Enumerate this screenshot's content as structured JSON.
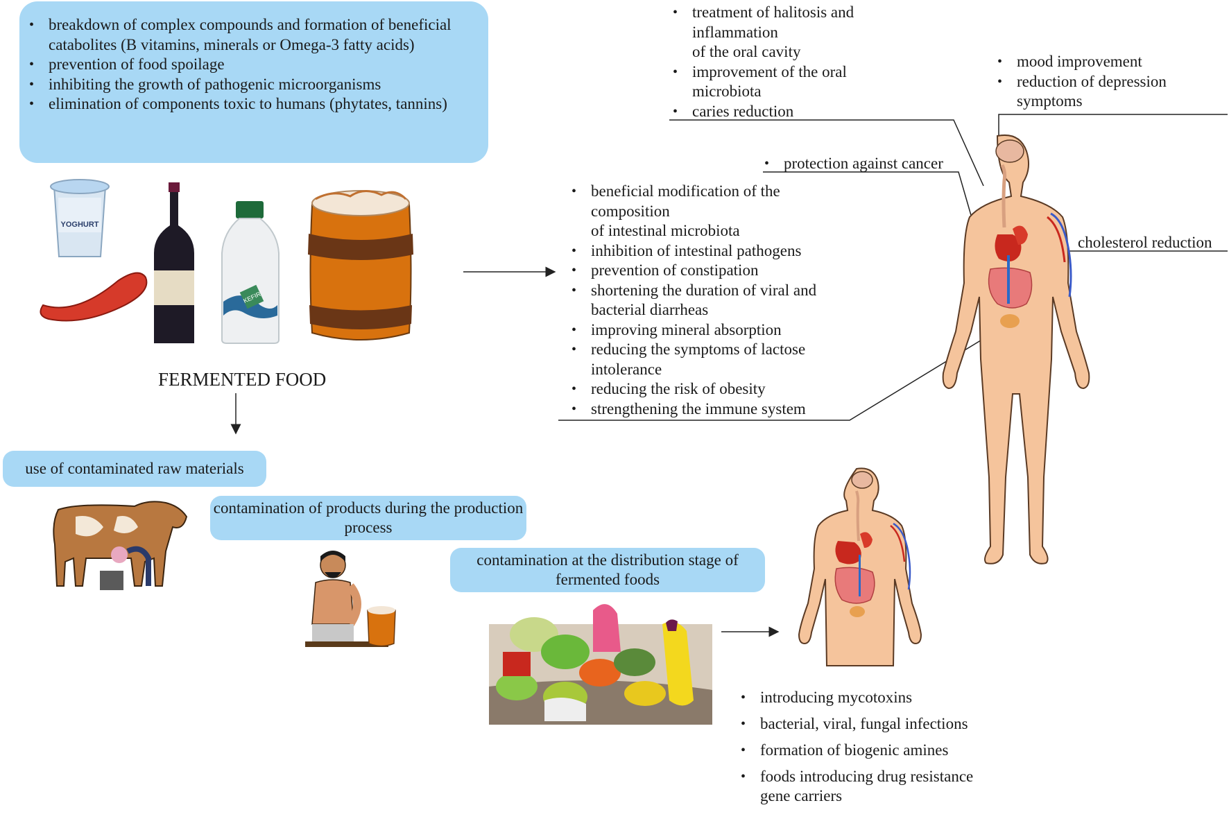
{
  "top_box": {
    "items": [
      "breakdown of complex compounds and formation of beneficial catabolites (B vitamins, minerals or Omega-3 fatty acids)",
      "prevention of food spoilage",
      "inhibiting the growth of pathogenic microorganisms",
      "elimination of components toxic to humans (phytates, tannins)"
    ]
  },
  "foods": {
    "yoghurt_label": "YOGHURT",
    "kefir_label": "KEFIR"
  },
  "fermented_label": "FERMENTED FOOD",
  "oral_benefits": [
    "treatment of halitosis and inflammation\nof the oral cavity",
    "improvement of the oral microbiota",
    "caries reduction"
  ],
  "brain_benefits": [
    "mood improvement",
    "reduction of depression symptoms"
  ],
  "cancer_benefit": "protection against  cancer",
  "cholesterol_benefit": "cholesterol reduction",
  "gut_benefits": [
    "beneficial modification of the composition\nof intestinal microbiota",
    "inhibition of intestinal pathogens",
    "prevention of constipation",
    "shortening the duration of viral and bacterial diarrheas",
    "improving mineral absorption",
    "reducing the symptoms of lactose intolerance",
    "reducing the risk of obesity",
    "strengthening the immune system"
  ],
  "contamination": {
    "raw": "use of contaminated raw materials",
    "production": "contamination of products during the production process",
    "distribution": "contamination at the distribution stage of fermented foods"
  },
  "risks": [
    "introducing mycotoxins",
    "bacterial, viral, fungal infections",
    "formation of biogenic amines",
    "foods introducing drug resistance gene carriers"
  ],
  "colors": {
    "box_blue": "#a8d8f5",
    "skin": "#f5c49c",
    "organ_red": "#c8281e",
    "barrel_orange": "#d8720e"
  }
}
